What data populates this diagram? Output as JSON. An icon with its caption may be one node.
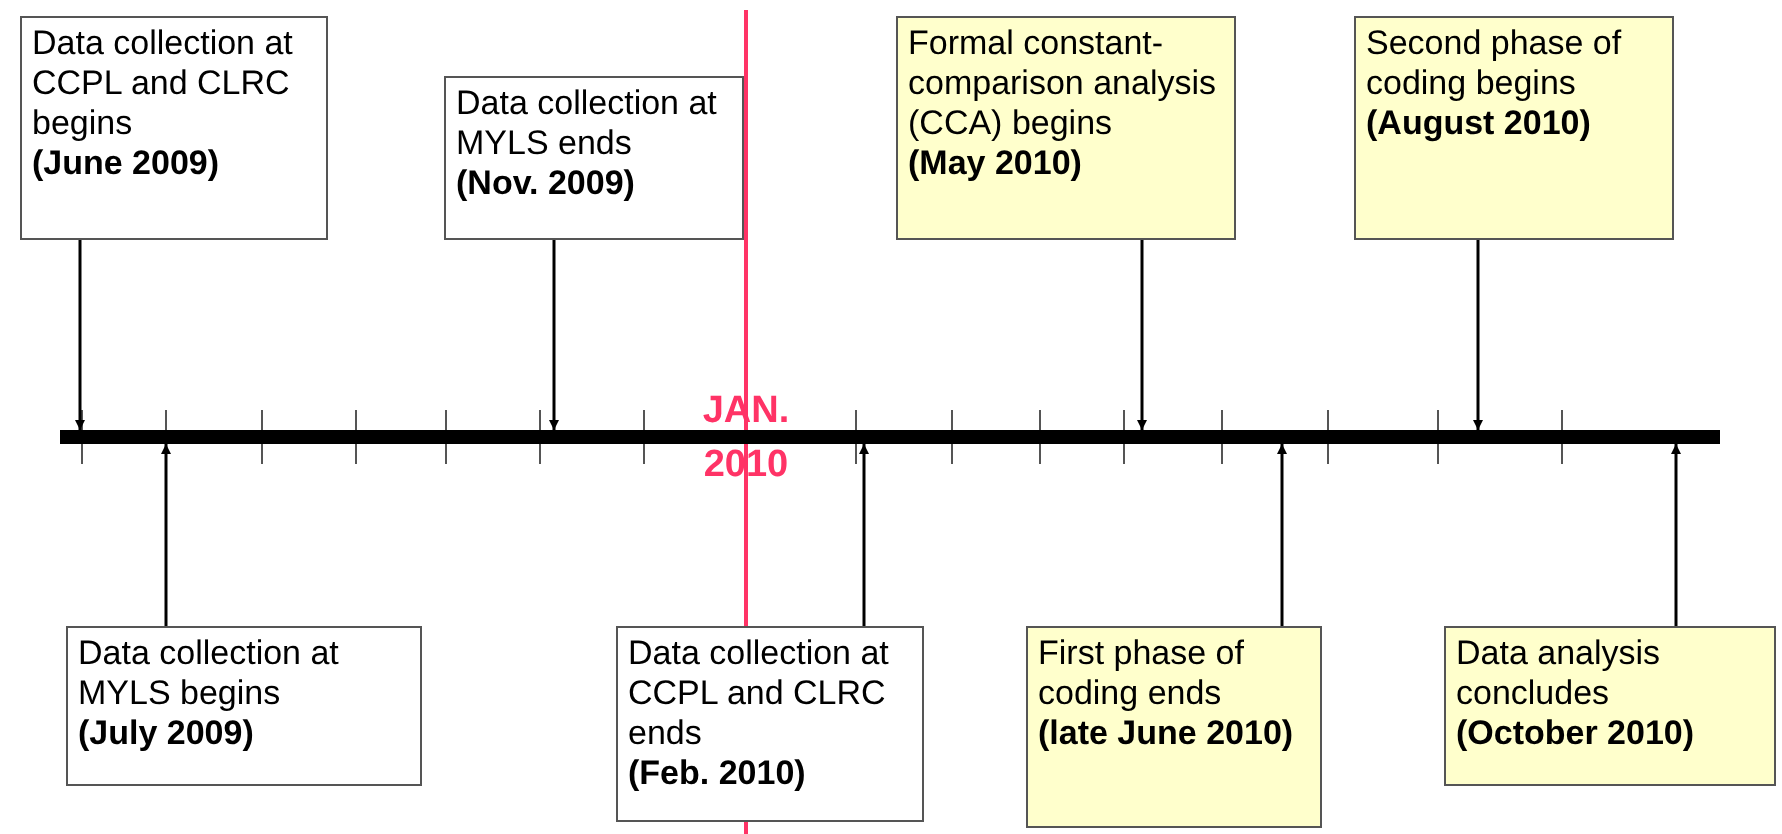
{
  "diagram": {
    "nodes": [
      {
        "text": [
          "Data collection at CCPL and CLRC begins",
          "(June 2009)"
        ]
      },
      {
        "text": [
          "Data collection at MYLS ends",
          "(Nov. 2009)"
        ]
      },
      {
        "text": [
          "Formal constant-comparison analysis (CCA) begins",
          "(May 2010)"
        ]
      },
      {
        "text": [
          "Second phase of coding begins",
          "(August 2010)"
        ]
      },
      {
        "text": [],
        "shape": "bar"
      },
      {
        "text": [
          "Data collection at MYLS begins",
          "(July 2009)"
        ]
      },
      {
        "text": [
          "Data collection at CCPL and CLRC ends",
          "(Feb. 2010)"
        ]
      },
      {
        "text": [
          "First phase of coding ends",
          "(late June 2010)"
        ]
      },
      {
        "text": [
          "Data analysis concludes",
          "(October 2010)"
        ]
      }
    ],
    "edges": [
      {
        "from": 0,
        "to": 4,
        "arrow": "to"
      },
      {
        "from": 1,
        "to": 4,
        "arrow": "to"
      },
      {
        "from": 2,
        "to": 4,
        "arrow": "to"
      },
      {
        "from": 3,
        "to": 4,
        "arrow": "to"
      },
      {
        "from": 5,
        "to": 4,
        "arrow": "to"
      },
      {
        "from": 6,
        "to": 4,
        "arrow": "to"
      },
      {
        "from": 7,
        "to": 4,
        "arrow": "to"
      },
      {
        "from": 8,
        "to": 4,
        "arrow": "to"
      }
    ],
    "labels": [
      "JAN. 2010"
    ]
  }
}
